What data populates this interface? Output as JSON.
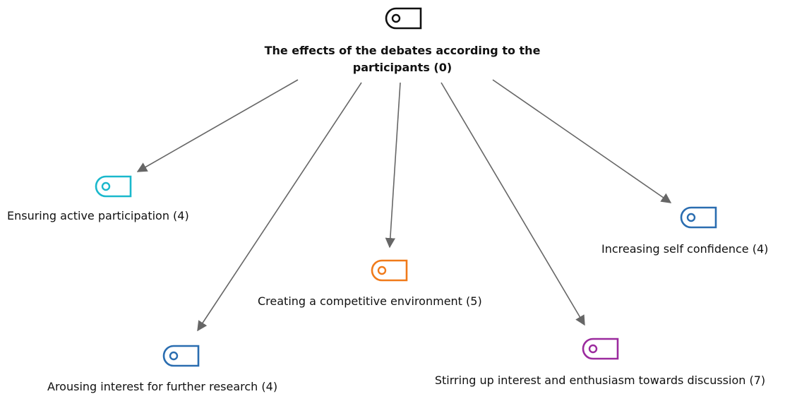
{
  "root": {
    "label": "The effects of the debates according to the participants  (0)",
    "icon": "code-tag-icon",
    "color": "#111111"
  },
  "codes": [
    {
      "id": "ensuring",
      "label": "Ensuring active participation (4)",
      "icon": "code-tag-icon",
      "color": "#1ab8cc"
    },
    {
      "id": "arousing",
      "label": "Arousing interest for further research (4)",
      "icon": "code-tag-icon",
      "color": "#2a6db0"
    },
    {
      "id": "creating",
      "label": "Creating a competitive environment (5)",
      "icon": "code-tag-icon",
      "color": "#f07a1a"
    },
    {
      "id": "stirring",
      "label": "Stirring up interest and enthusiasm towards discussion (7)",
      "icon": "code-tag-icon",
      "color": "#9b2a9e"
    },
    {
      "id": "increasing",
      "label": "Increasing self confidence (4)",
      "icon": "code-tag-icon",
      "color": "#2a6db0"
    }
  ],
  "edge_color": "#666666"
}
